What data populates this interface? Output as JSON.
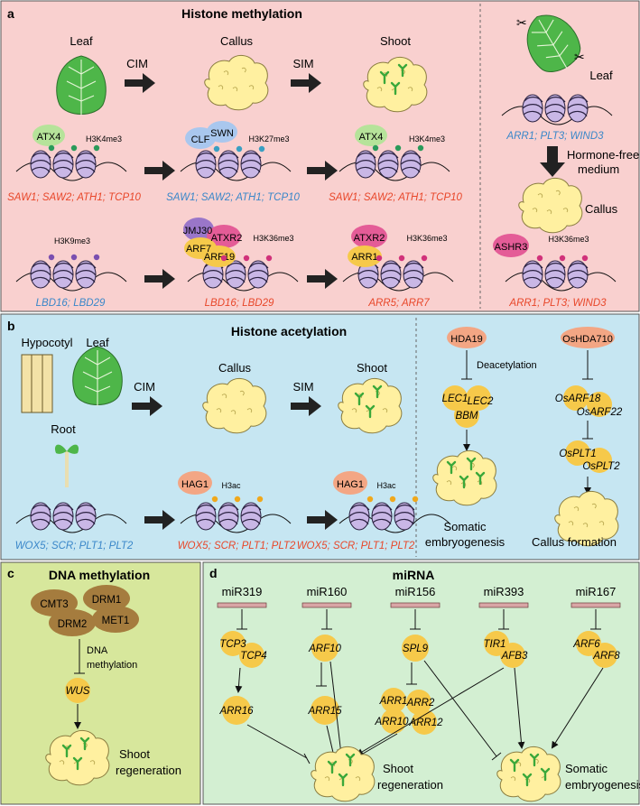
{
  "panel_a": {
    "letter": "a",
    "title": "Histone methylation",
    "stages": [
      "Leaf",
      "Callus",
      "Shoot"
    ],
    "arrow_labels": [
      "CIM",
      "SIM"
    ],
    "row1": {
      "proteins": [
        "ATX4",
        "CLF",
        "SWN",
        "ATX4"
      ],
      "marks": [
        "H3K4me3",
        "H3K27me3",
        "H3K4me3"
      ],
      "genes": [
        "SAW1; SAW2; ATH1; TCP10",
        "SAW1; SAW2; ATH1; TCP10",
        "SAW1; SAW2; ATH1; TCP10"
      ]
    },
    "row2": {
      "proteins": [
        "JMJ30",
        "ATXR2",
        "ARF7",
        "ARF19",
        "ATXR2",
        "ARR1"
      ],
      "marks": [
        "H3K9me3",
        "H3K36me3",
        "H3K36me3"
      ],
      "genes": [
        "LBD16; LBD29",
        "LBD16; LBD29",
        "ARR5; ARR7"
      ]
    },
    "right": {
      "leaf_label": "Leaf",
      "genes_top": "ARR1; PLT3; WIND3",
      "medium_label_1": "Hormone-free",
      "medium_label_2": "medium",
      "callus_label": "Callus",
      "protein": "ASHR3",
      "mark": "H3K36me3",
      "genes_bottom": "ARR1; PLT3; WIND3"
    }
  },
  "panel_b": {
    "letter": "b",
    "title": "Histone acetylation",
    "source_labels": [
      "Hypocotyl",
      "Leaf",
      "Root"
    ],
    "stages": [
      "Callus",
      "Shoot"
    ],
    "arrow_labels": [
      "CIM",
      "SIM"
    ],
    "protein": "HAG1",
    "mark": "H3ac",
    "genes": [
      "WOX5; SCR; PLT1; PLT2",
      "WOX5; SCR; PLT1; PLT2",
      "WOX5; SCR; PLT1; PLT2"
    ],
    "right": {
      "hda19": "HDA19",
      "oshda710": "OsHDA710",
      "deacetylation": "Deacetylation",
      "lec1": "LEC1",
      "lec2": "LEC2",
      "bbm": "BBM",
      "osarf18": "OsARF18",
      "osarf22": "OsARF22",
      "osplt1": "OsPLT1",
      "osplt2": "OsPLT2",
      "somatic_1": "Somatic",
      "somatic_2": "embryogenesis",
      "callus_formation": "Callus formation"
    }
  },
  "panel_c": {
    "letter": "c",
    "title": "DNA methylation",
    "enzymes": [
      "CMT3",
      "DRM1",
      "DRM2",
      "MET1"
    ],
    "process_1": "DNA",
    "process_2": "methylation",
    "gene": "WUS",
    "outcome_1": "Shoot",
    "outcome_2": "regeneration"
  },
  "panel_d": {
    "letter": "d",
    "title": "miRNA",
    "mirnas": [
      "miR319",
      "miR160",
      "miR156",
      "miR393",
      "miR167"
    ],
    "targets": {
      "tcp3": "TCP3",
      "tcp4": "TCP4",
      "arf10": "ARF10",
      "spl9": "SPL9",
      "tir1": "TIR1",
      "afb3": "AFB3",
      "arf6": "ARF6",
      "arf8": "ARF8",
      "arr16": "ARR16",
      "arr15": "ARR15",
      "arr1": "ARR1",
      "arr2": "ARR2",
      "arr10": "ARR10",
      "arr12": "ARR12"
    },
    "outcome_shoot_1": "Shoot",
    "outcome_shoot_2": "regeneration",
    "outcome_somatic_1": "Somatic",
    "outcome_somatic_2": "embryogenesis"
  },
  "colors": {
    "panel_a_bg": "#f9d0cf",
    "panel_b_bg": "#c6e6f2",
    "panel_c_bg": "#d7e79c",
    "panel_d_bg": "#d3efd2",
    "callus": "#fff0a0",
    "gene_node": "#f6c94a",
    "leaf": "#4eb649",
    "red_text": "#e8472a",
    "blue_text": "#3a87c9"
  }
}
